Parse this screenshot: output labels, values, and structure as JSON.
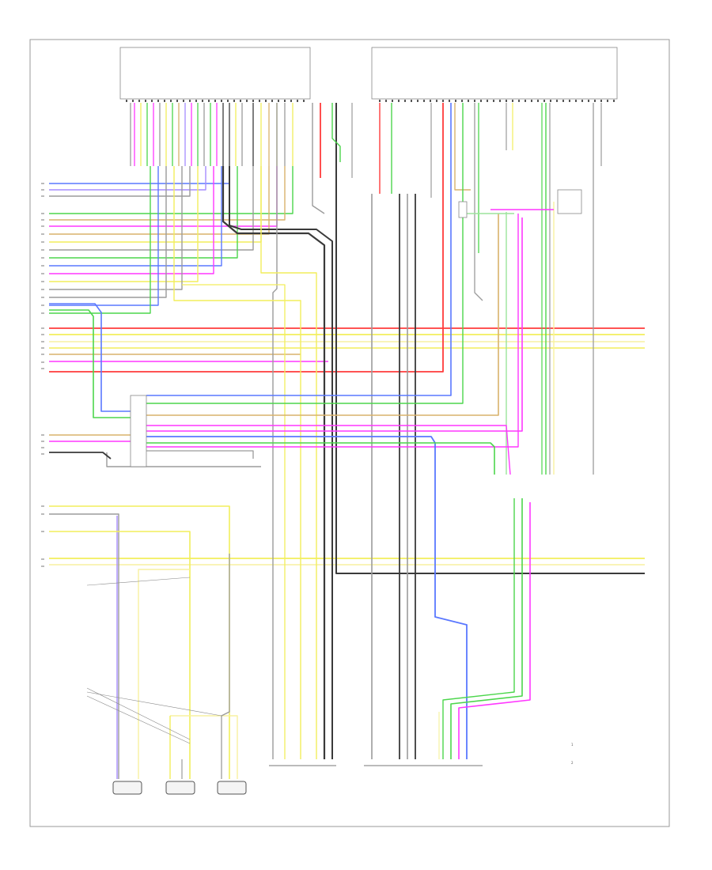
{
  "diagram": {
    "footer_code": "",
    "legend": [
      {
        "marker": "1",
        "text": ""
      },
      {
        "marker": "2",
        "text": ""
      }
    ],
    "bottom_components": [
      {
        "id": "speaker-left",
        "text": ""
      },
      {
        "id": "speaker-center",
        "text": ""
      },
      {
        "id": "speaker-right",
        "text": ""
      }
    ],
    "colors": {
      "red": "#ff3b3b",
      "yellow": "#f2ee5c",
      "green": "#4cd64c",
      "blue": "#5a78ff",
      "magenta": "#ff37ff",
      "gray": "#9b9b9b",
      "black": "#3a3a3a",
      "tan": "#d9b26b",
      "light_green": "#9be39b",
      "violet": "#a58cff",
      "light_yellow": "#f7f1a0"
    }
  }
}
